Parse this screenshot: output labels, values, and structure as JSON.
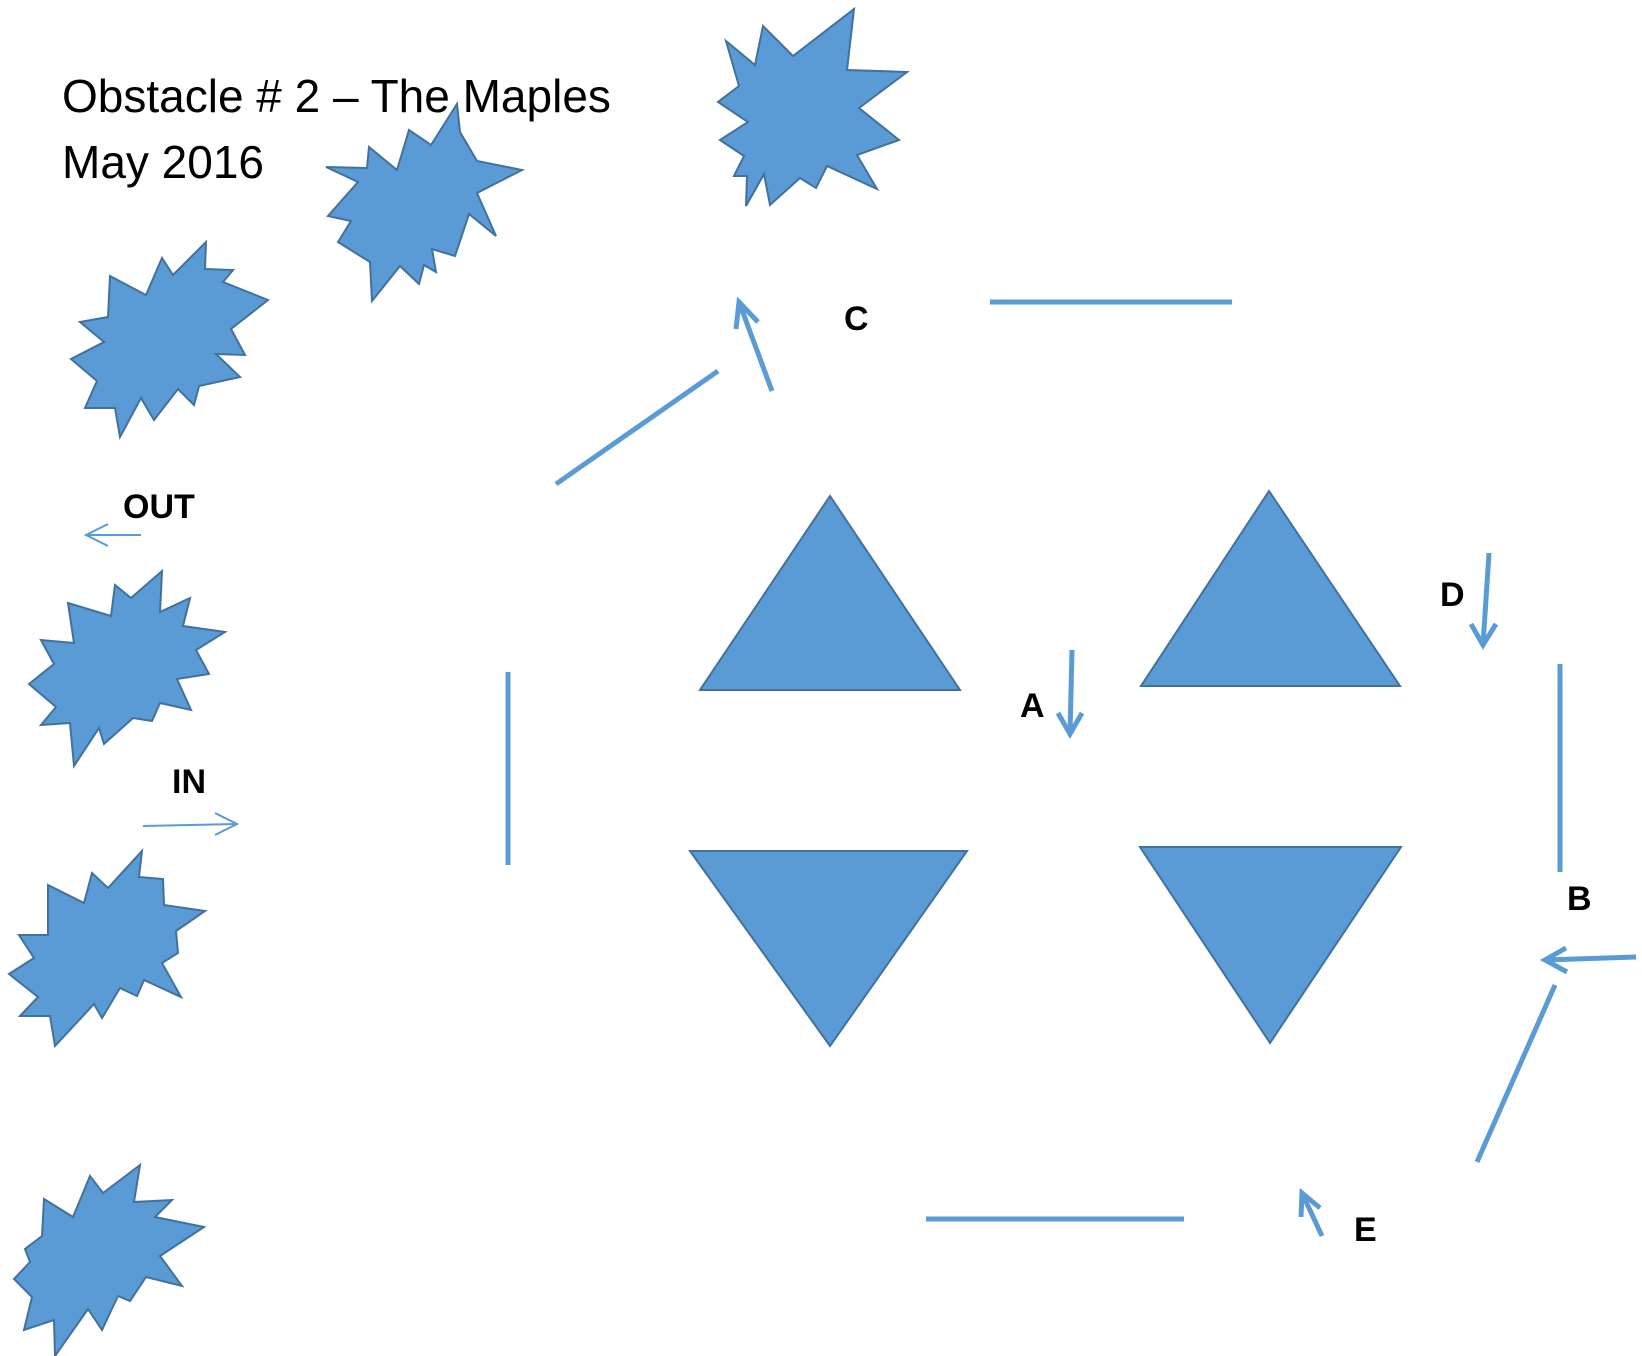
{
  "title": {
    "line1": "Obstacle # 2 – The Maples",
    "line2": "May 2016"
  },
  "labels": {
    "out": "OUT",
    "in": "IN",
    "a": "A",
    "b": "B",
    "c": "C",
    "d": "D",
    "e": "E"
  },
  "colors": {
    "shape_fill": "#5b9bd5",
    "shape_stroke": "#41719c",
    "text": "#000000"
  }
}
